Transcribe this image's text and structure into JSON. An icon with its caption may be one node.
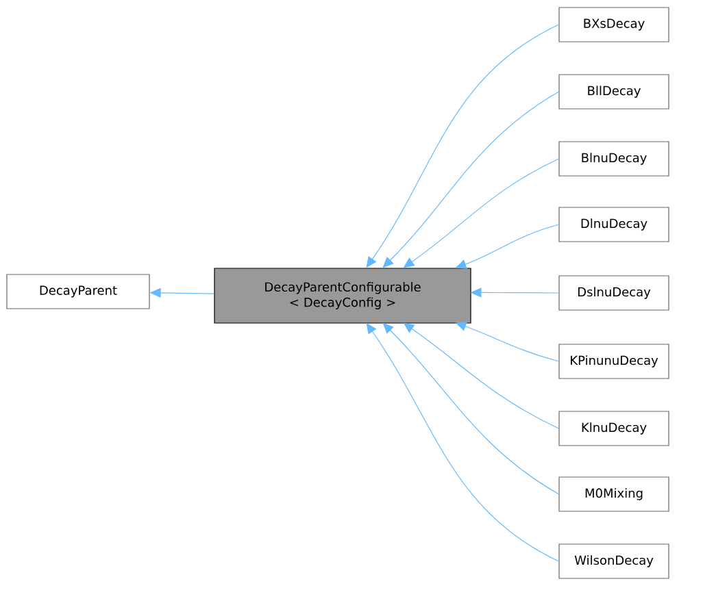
{
  "diagram": {
    "nodes": [
      {
        "text": [
          "DecayParent"
        ]
      },
      {
        "text": [
          "DecayParentConfigurable < DecayConfig >"
        ]
      },
      {
        "text": [
          "BXsDecay"
        ]
      },
      {
        "text": [
          "BllDecay"
        ]
      },
      {
        "text": [
          "BlnuDecay"
        ]
      },
      {
        "text": [
          "DlnuDecay"
        ]
      },
      {
        "text": [
          "DslnuDecay"
        ]
      },
      {
        "text": [
          "KPinunuDecay"
        ]
      },
      {
        "text": [
          "KlnuDecay"
        ]
      },
      {
        "text": [
          "M0Mixing"
        ]
      },
      {
        "text": [
          "WilsonDecay"
        ]
      }
    ],
    "edges": [
      {
        "from": 1,
        "to": 0,
        "arrow": "to"
      },
      {
        "from": 2,
        "to": 1,
        "arrow": "to"
      },
      {
        "from": 3,
        "to": 1,
        "arrow": "to"
      },
      {
        "from": 4,
        "to": 1,
        "arrow": "to"
      },
      {
        "from": 5,
        "to": 1,
        "arrow": "to"
      },
      {
        "from": 6,
        "to": 1,
        "arrow": "to"
      },
      {
        "from": 7,
        "to": 1,
        "arrow": "to"
      },
      {
        "from": 8,
        "to": 1,
        "arrow": "to"
      },
      {
        "from": 9,
        "to": 1,
        "arrow": "to"
      },
      {
        "from": 10,
        "to": 1,
        "arrow": "to"
      }
    ]
  }
}
